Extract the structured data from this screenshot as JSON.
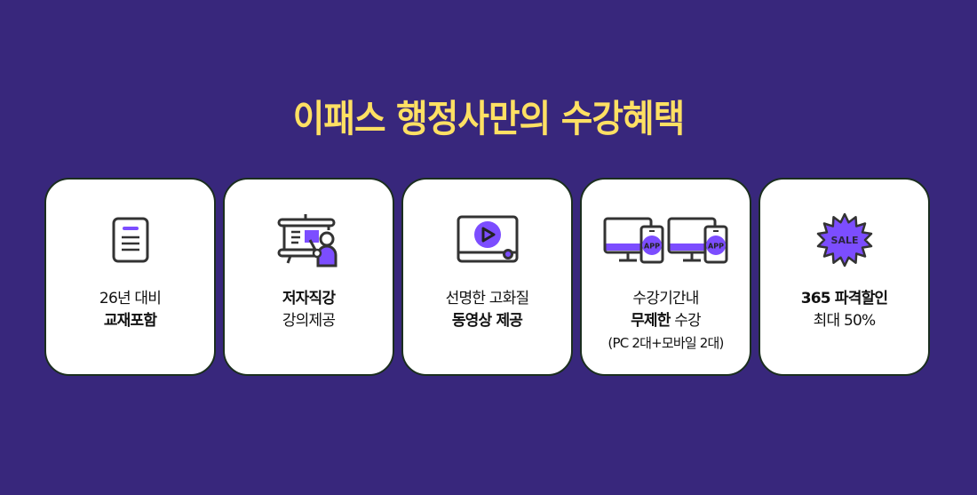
{
  "title": "이패스 행정사만의 수강혜택",
  "colors": {
    "background": "#38277c",
    "title": "#ffe063",
    "card_bg": "#ffffff",
    "card_border": "#1b2e1f",
    "accent_purple": "#7c4dff",
    "icon_stroke": "#333333"
  },
  "cards": [
    {
      "icon": "document-icon",
      "line1": "26년 대비",
      "line2": "교재포함"
    },
    {
      "icon": "presentation-board-icon",
      "line1": "저자직강",
      "line2": "강의제공"
    },
    {
      "icon": "video-player-icon",
      "line1": "선명한 고화질",
      "line2": "동영상 제공"
    },
    {
      "icon": "pc-mobile-app-icon",
      "line1": "수강기간내",
      "line2_bold": "무제한",
      "line2_rest": " 수강",
      "line3": "(PC 2대+모바일 2대)",
      "app_label": "APP"
    },
    {
      "icon": "sale-badge-icon",
      "sale_label": "SALE",
      "line1": "365 파격할인",
      "line2": "최대 50%"
    }
  ]
}
